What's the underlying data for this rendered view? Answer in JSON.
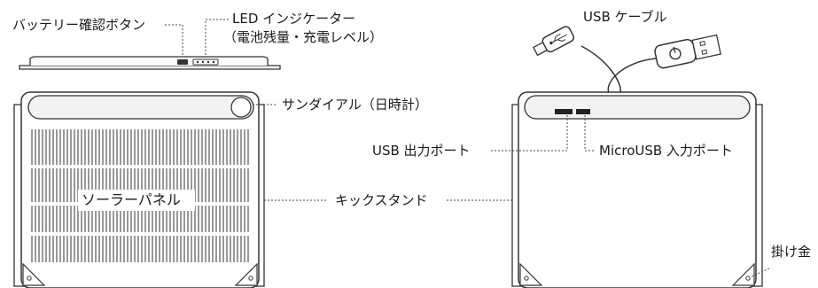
{
  "labels": {
    "battery_check_button": "バッテリー確認ボタン",
    "led_indicator_line1": "LED インジケーター",
    "led_indicator_line2": "（電池残量・充電レベル）",
    "usb_cable": "USB ケーブル",
    "sundial": "サンダイアル（日時計）",
    "usb_output_port": "USB 出力ポート",
    "microusb_input_port": "MicroUSB 入力ポート",
    "solar_panel": "ソーラーパネル",
    "kickstand": "キックスタンド",
    "hanging_hook": "掛け金"
  },
  "colors": {
    "line": "#333333",
    "fill_light": "#f4f4f4",
    "grille": "#555555",
    "background": "#ffffff"
  },
  "icons": {
    "usb_symbol": "usb-icon",
    "power_symbol": "power-icon"
  }
}
